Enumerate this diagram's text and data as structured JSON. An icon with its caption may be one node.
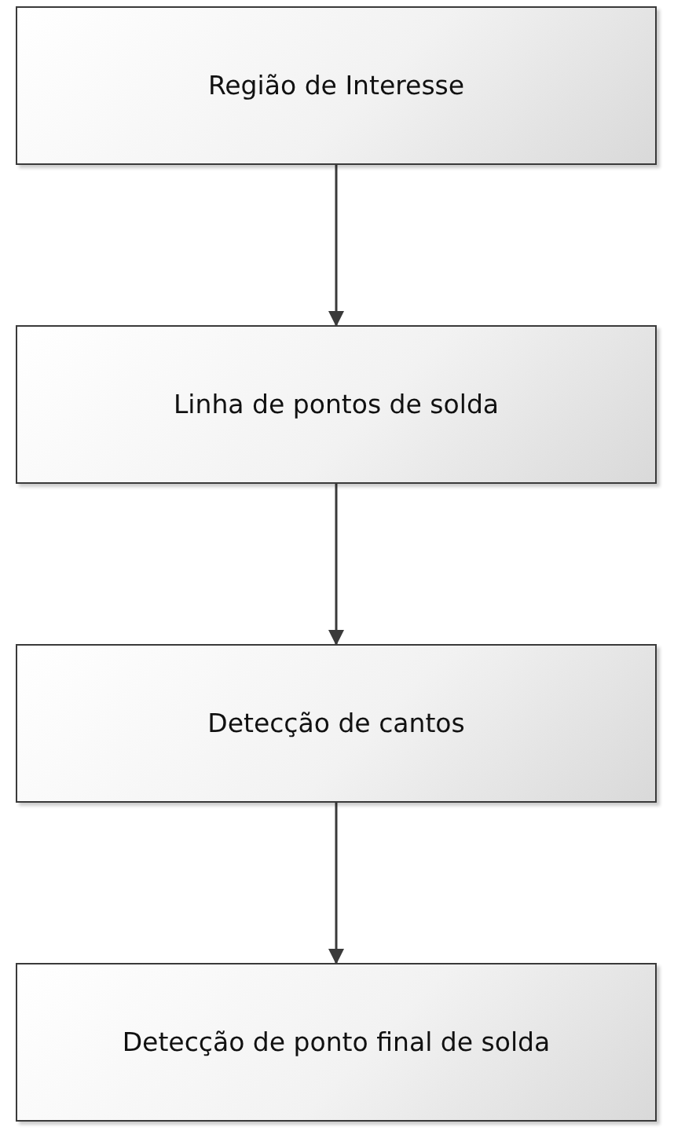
{
  "diagram": {
    "nodes": [
      {
        "text": [
          "Região de Interesse"
        ]
      },
      {
        "text": [
          "Linha de pontos de solda"
        ]
      },
      {
        "text": [
          "Detecção de cantos"
        ]
      },
      {
        "text": [
          "Detecção de ponto final de solda"
        ]
      }
    ],
    "edges": [
      {
        "from": 0,
        "to": 1,
        "arrow": "to"
      },
      {
        "from": 1,
        "to": 2,
        "arrow": "to"
      },
      {
        "from": 2,
        "to": 3,
        "arrow": "to"
      }
    ]
  }
}
